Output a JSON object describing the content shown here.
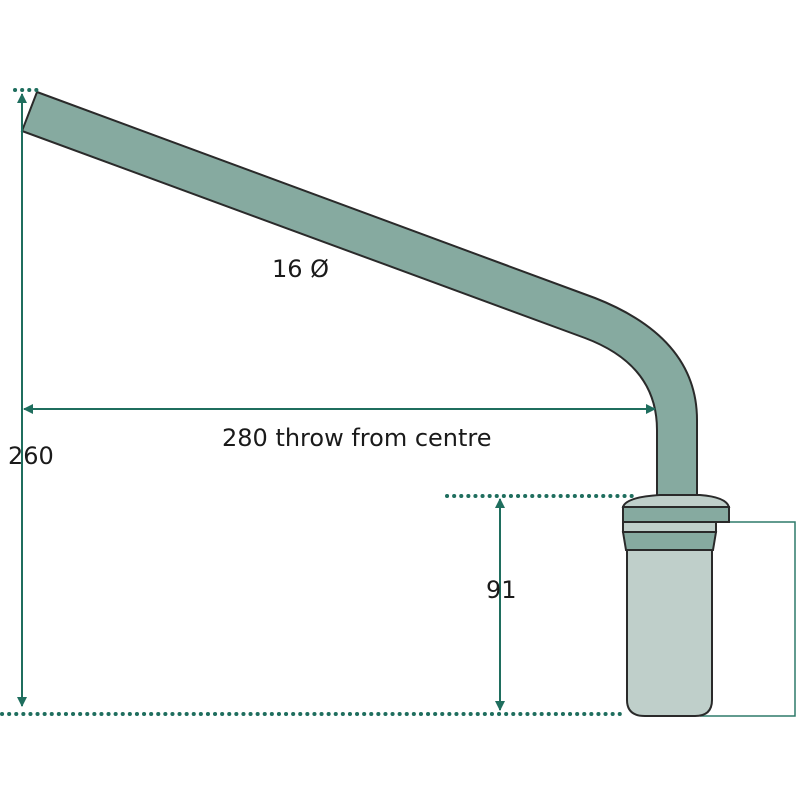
{
  "labels": {
    "diameter": "16 Ø",
    "throw": "280 throw from centre",
    "height": "260",
    "collar_height": "91"
  },
  "colors": {
    "rod": "#86aaa0",
    "collar_light": "#bfcfca",
    "collar_dark": "#86aaa0",
    "dimension": "#1f6e5e",
    "outline": "#2a2a2a"
  }
}
